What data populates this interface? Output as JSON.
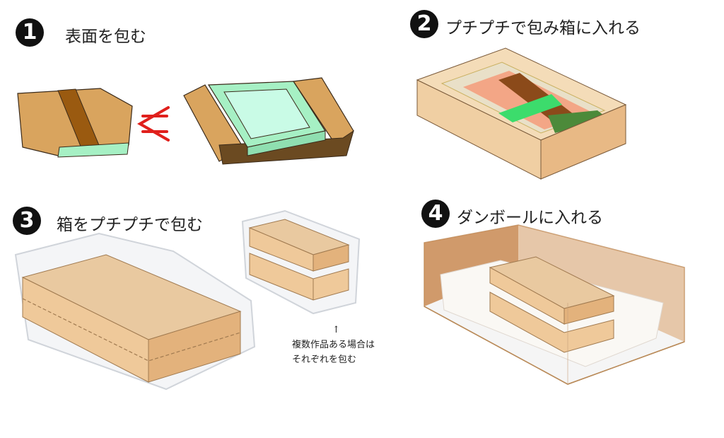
{
  "steps": [
    {
      "number": "1",
      "label": "表面を包む"
    },
    {
      "number": "2",
      "label": "プチプチで包み箱に入れる"
    },
    {
      "number": "3",
      "label": "箱をプチプチで包む"
    },
    {
      "number": "4",
      "label": "ダンボールに入れる"
    }
  ],
  "note": {
    "arrow": "↑",
    "line1": "複数作品ある場合は",
    "line2": "それぞれを包む"
  },
  "colors": {
    "kraft": "#d9a45e",
    "kraft_dark": "#b37a3a",
    "tape": "#9a5a10",
    "panel": "#a6f0c4",
    "panel_face": "#c9fbe6",
    "box": "#f0cfa3",
    "box_edge": "#b98a58",
    "arrow": "#e0201c",
    "bubble": "#d0d4da"
  }
}
